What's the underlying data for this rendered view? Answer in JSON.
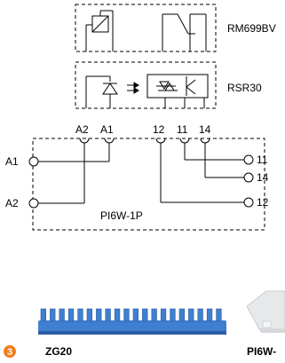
{
  "relay": {
    "name": "RM699BV"
  },
  "ssr": {
    "name": "RSR30"
  },
  "terminals_top": {
    "a2": "A2",
    "a1": "A1",
    "t12": "12",
    "t11": "11",
    "t14": "14"
  },
  "socket": {
    "name": "PI6W-1P",
    "left_a1": "A1",
    "left_a2": "A2",
    "right_11": "11",
    "right_14": "14",
    "right_12": "12"
  },
  "bottom": {
    "index": "3",
    "bridge_name": "ZG20",
    "right_label": "PI6W-"
  },
  "colors": {
    "line": "#000000",
    "bridge_blue": "#3f7fd0",
    "bridge_dark": "#2c5fa6",
    "badge": "#f07d1a",
    "cover": "#e6e8ea"
  }
}
